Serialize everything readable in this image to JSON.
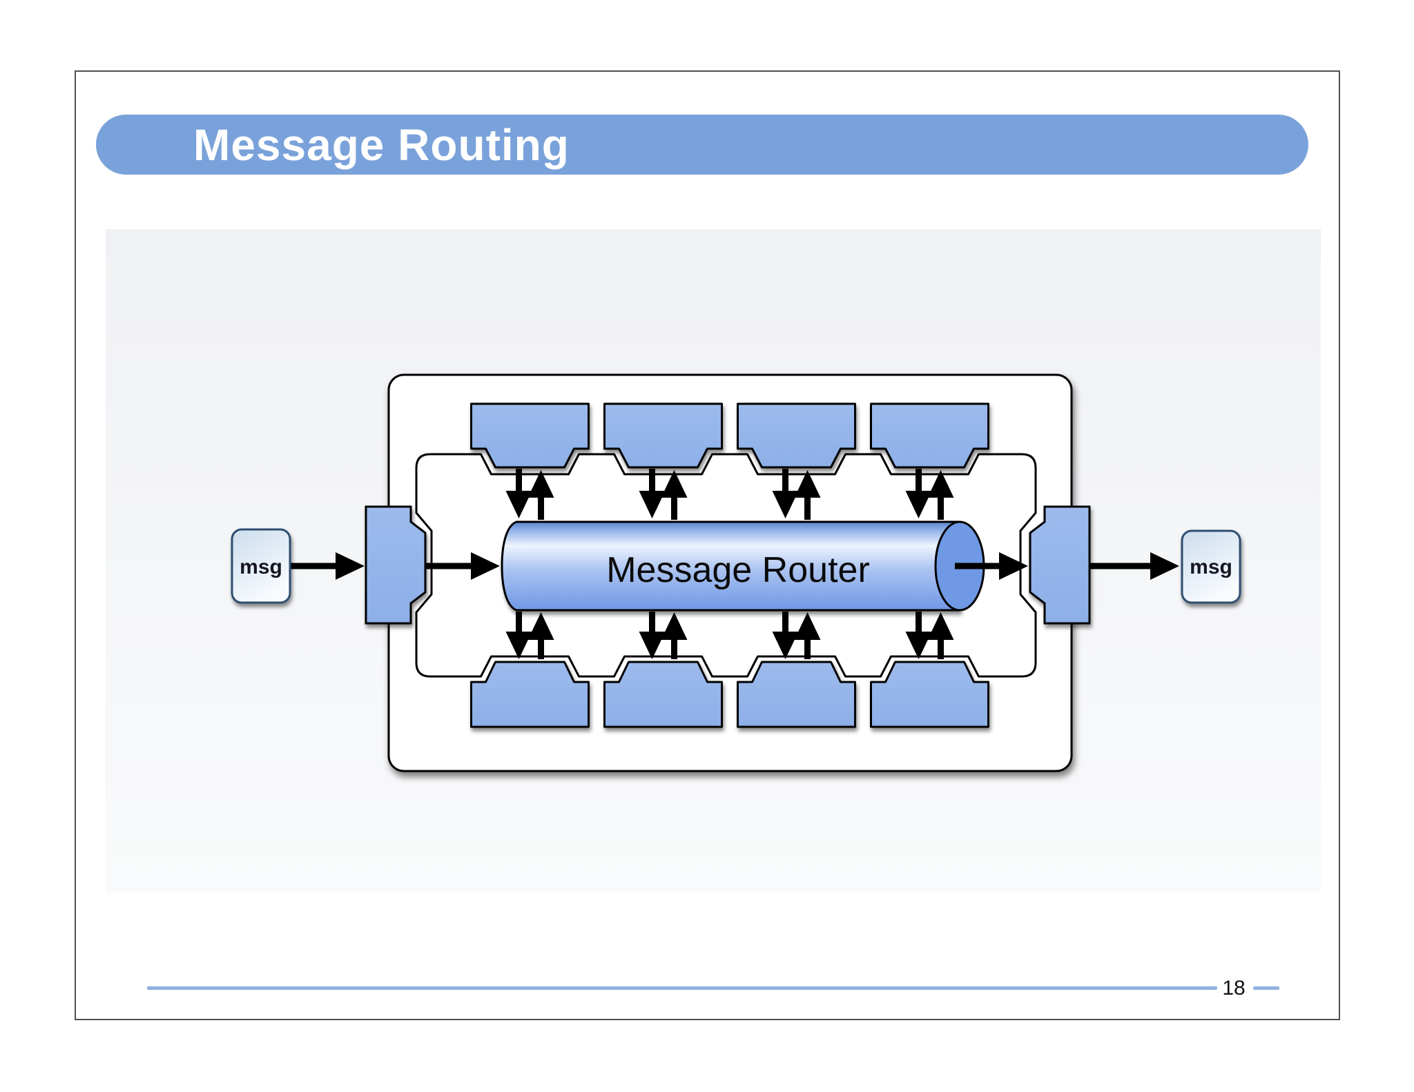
{
  "slide": {
    "title": "Message Routing",
    "page_number": "18"
  },
  "diagram": {
    "router_label": "Message Router",
    "input_message_label": "msg",
    "output_message_label": "msg",
    "top_component_count": 4,
    "bottom_component_count": 4
  },
  "colors": {
    "title_bar": "#7aa2da",
    "component_fill": "#8db0e8",
    "component_fill_light": "#9dbaec",
    "cylinder_top_edge": "#5b85cb",
    "cylinder_mid1": "#8fafe8",
    "cylinder_highlight": "#eef4fe",
    "cylinder_mid2": "#a9c2f0",
    "cylinder_base": "#7098e5",
    "cylinder_cap": "#6f99e4",
    "outline": "#000000",
    "footer_line": "#8fb0e0",
    "msg_box_top": "#cddded",
    "msg_box_bottom": "#f8fbfe",
    "msg_border": "#2e4e70",
    "panel_top": "#f0f1f4",
    "panel_bottom": "#f9fafb",
    "slide_border": "#4f4f4f"
  }
}
